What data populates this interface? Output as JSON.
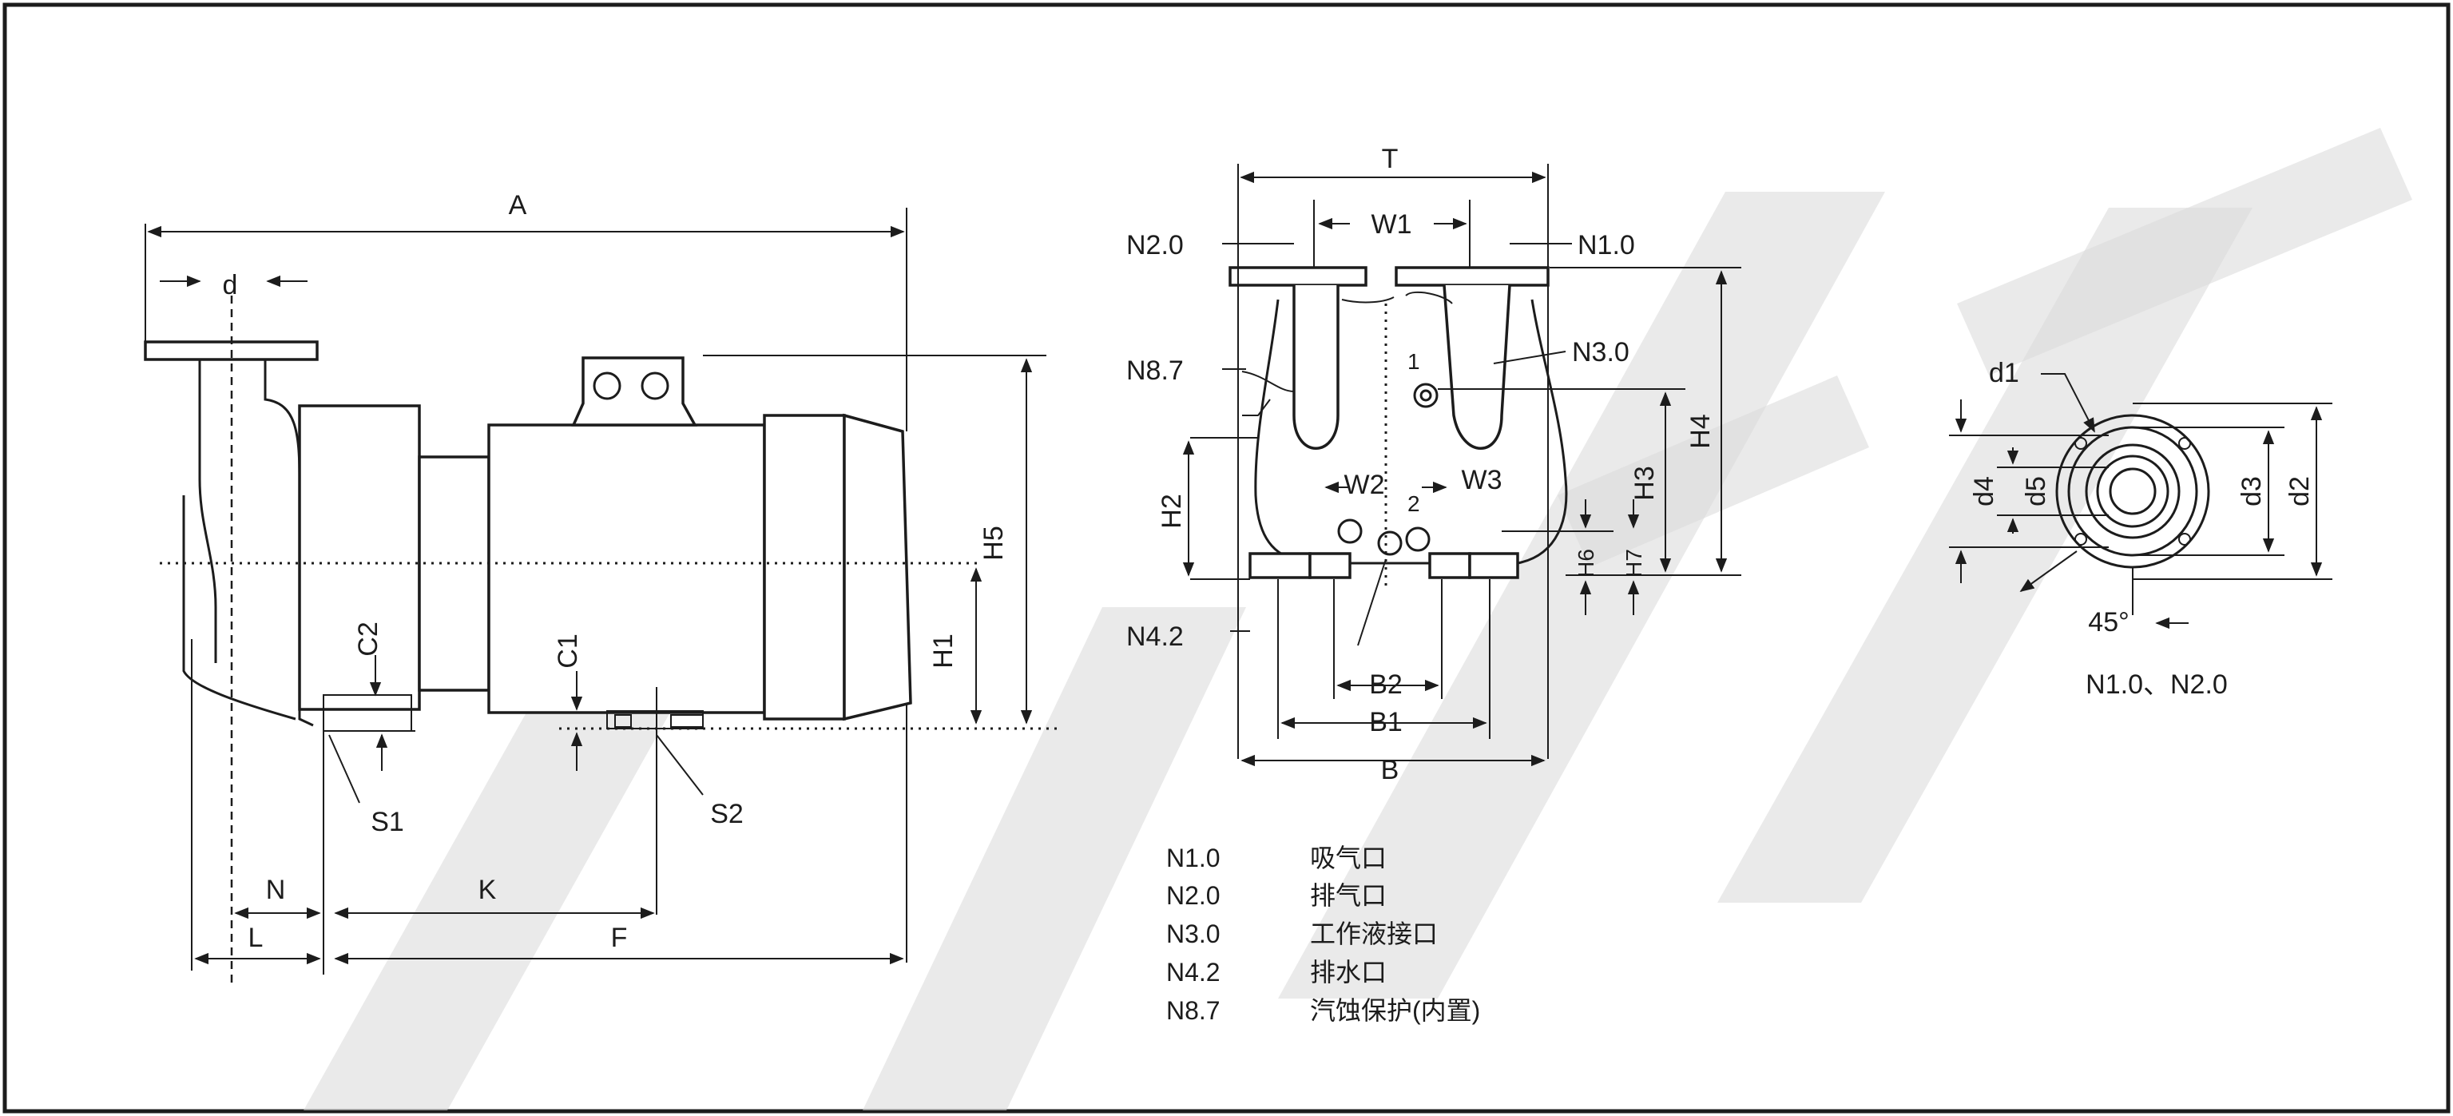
{
  "side_view": {
    "labels": [
      "A",
      "d",
      "H5",
      "H1",
      "C2",
      "C1",
      "S1",
      "S2",
      "N",
      "K",
      "L",
      "F"
    ]
  },
  "front_view": {
    "labels": [
      "T",
      "W1",
      "N2.0",
      "N1.0",
      "N8.7",
      "N3.0",
      "H4",
      "H3",
      "H2",
      "W2",
      "W3",
      "H6",
      "H7",
      "N4.2",
      "B2",
      "B1",
      "B"
    ],
    "point_marks": [
      "1",
      "2"
    ]
  },
  "flange_view": {
    "labels": [
      "d1",
      "d4",
      "d5",
      "d3",
      "d2"
    ],
    "angle": "45°",
    "caption": "N1.0、N2.0"
  },
  "legend": [
    {
      "code": "N1.0",
      "desc": "吸气口"
    },
    {
      "code": "N2.0",
      "desc": "排气口"
    },
    {
      "code": "N3.0",
      "desc": "工作液接口"
    },
    {
      "code": "N4.2",
      "desc": "排水口"
    },
    {
      "code": "N8.7",
      "desc": "汽蚀保护(内置)"
    }
  ],
  "colors": {
    "ink": "#1c1c1c",
    "watermark": "#d9d9d9",
    "background": "#ffffff"
  }
}
